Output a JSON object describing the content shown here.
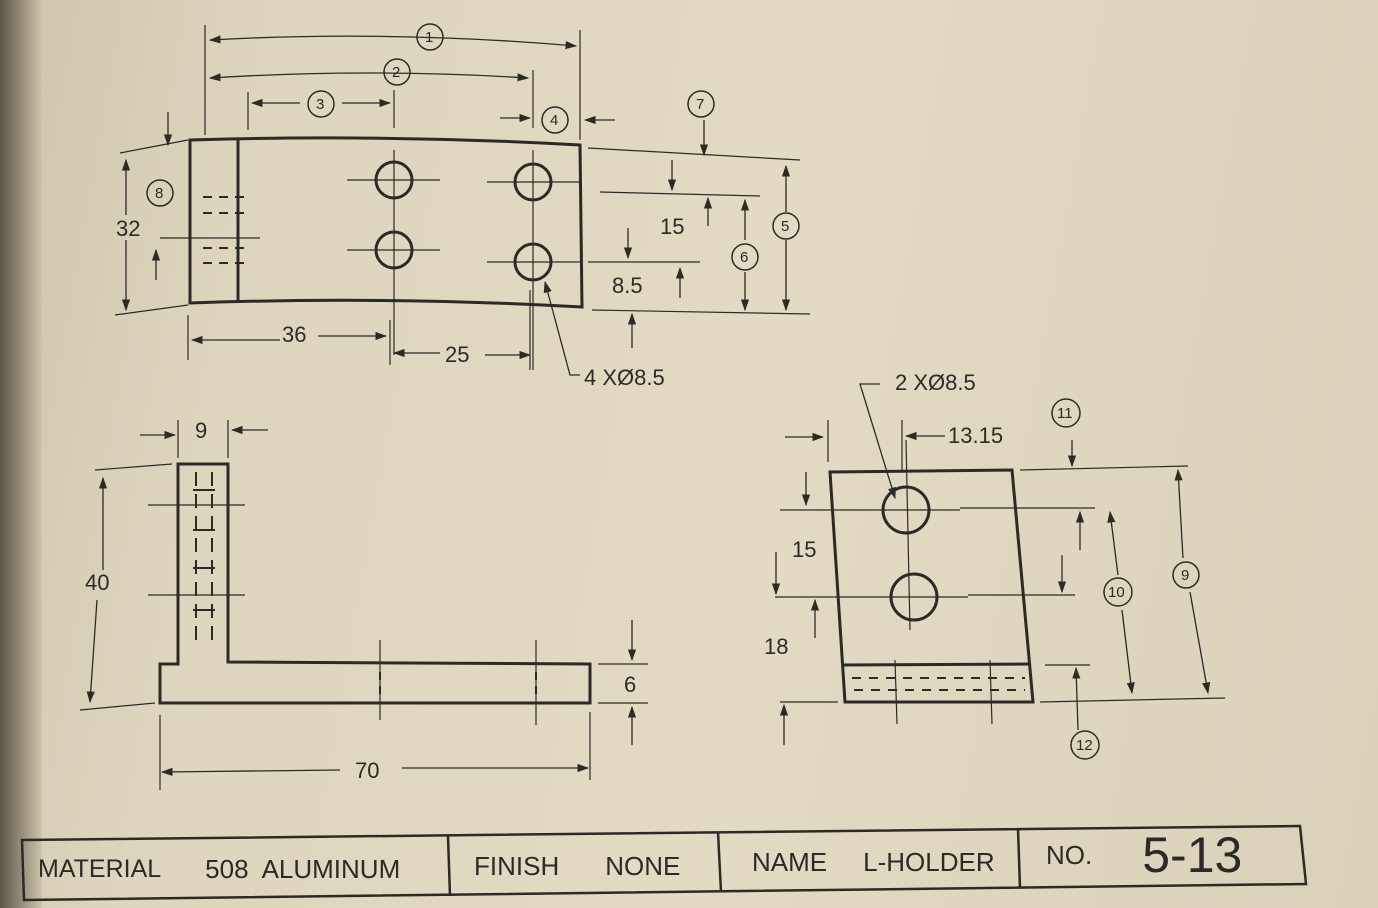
{
  "front_view": {
    "dims": {
      "width_36": "36",
      "spacing_25": "25",
      "height_32": "32",
      "offset_15": "15",
      "offset_8_5": "8.5",
      "hole_note": "4 XØ8.5"
    },
    "bubbles": [
      "1",
      "2",
      "3",
      "4",
      "5",
      "6",
      "7",
      "8"
    ]
  },
  "side_view": {
    "dims": {
      "thickness_9": "9",
      "height_40": "40",
      "length_70": "70",
      "thickness_6": "6"
    }
  },
  "end_view": {
    "dims": {
      "hole_note": "2 XØ8.5",
      "offset_13_15": "13.15",
      "offset_15": "15",
      "offset_18": "18"
    },
    "bubbles": [
      "9",
      "10",
      "11",
      "12"
    ]
  },
  "title_block": {
    "material_label": "MATERIAL",
    "material_value": "508  ALUMINUM",
    "finish_label": "FINISH",
    "finish_value": "NONE",
    "name_label": "NAME",
    "name_value": "L-HOLDER",
    "no_label": "NO.",
    "no_value": "5-13"
  },
  "colors": {
    "ink": "#2c2a27",
    "paper": "#e2dac3"
  }
}
